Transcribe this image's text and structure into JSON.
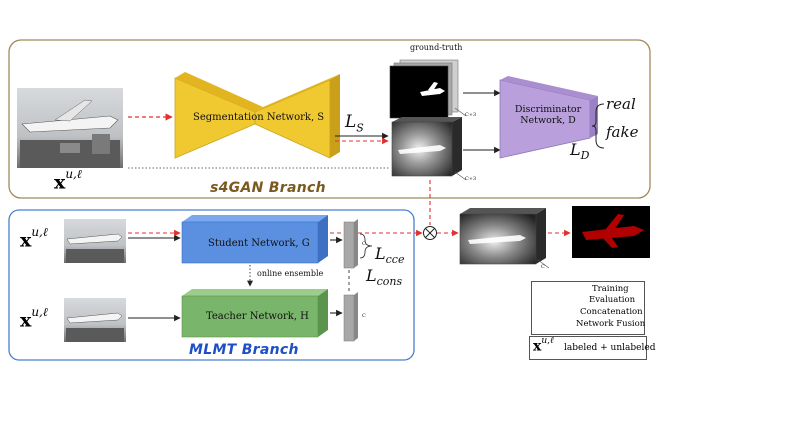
{
  "s4gan_branch": {
    "title": "s4GAN Branch",
    "input_label_base": "x",
    "input_label_sup": "u,ℓ",
    "segmentation_network": "Segmentation Network, S",
    "loss_seg": "L",
    "loss_seg_sub": "S",
    "ground_truth": "ground-truth",
    "channels_gt": "C+3",
    "channels_pred": "C+3",
    "discriminator": "Discriminator",
    "discriminator_line2": "Network, D",
    "real": "real",
    "fake": "fake",
    "loss_d": "L",
    "loss_d_sub": "D"
  },
  "mlmt_branch": {
    "title": "MLMT Branch",
    "input_student_base": "x",
    "input_student_sup": "u,ℓ",
    "input_teacher_base": "x",
    "input_teacher_sup": "u,ℓ",
    "student_network": "Student Network, G",
    "teacher_network": "Teacher Network, H",
    "online_ensemble": "online ensemble",
    "c_student": "C",
    "c_teacher": "C",
    "loss_cce": "L",
    "loss_cce_sub": "cce",
    "loss_cons": "L",
    "loss_cons_sub": "cons"
  },
  "fusion": {
    "channels": "C"
  },
  "legend": {
    "training": "Training",
    "evaluation": "Evaluation",
    "concatenation": "Concatenation",
    "network_fusion": "Network Fusion",
    "footer_base": "x",
    "footer_sup": "u,ℓ",
    "footer_text": "labeled + unlabeled"
  },
  "colors": {
    "s4gan_border": "#a08a5a",
    "mlmt_border": "#4a7fd0",
    "segmentation_fill": "#f0c830",
    "student_fill": "#5b8fe0",
    "teacher_fill": "#79b56a",
    "discriminator_fill": "#b9a0dc",
    "evaluation_arrow": "#e03030",
    "mlmt_title": "#1f4fc7",
    "s4gan_title": "#7a5a1f"
  }
}
